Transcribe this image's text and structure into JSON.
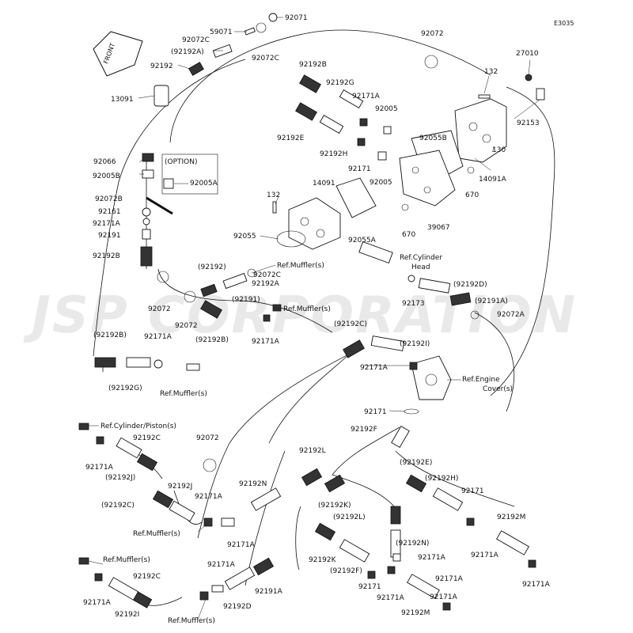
{
  "diagram_code": "E3035",
  "watermark": "JSP CORPORATION",
  "front_label": "FRONT",
  "option_label": "(OPTION)",
  "labels": {
    "p92071": "92071",
    "p59071": "59071",
    "p92072C_a": "92072C",
    "p92192A_a": "(92192A)",
    "p92192_a": "92192",
    "p92072C_b": "92072C",
    "p92072_top": "92072",
    "p27010": "27010",
    "p132_a": "132",
    "p13091": "13091",
    "p92192B_a": "92192B",
    "p92192G_a": "92192G",
    "p92171A_a": "92171A",
    "p92005_a": "92005",
    "p92153": "92153",
    "p92192E_a": "92192E",
    "p92192H_a": "92192H",
    "p92055B": "92055B",
    "p130": "130",
    "p92171_a": "92171",
    "p92005_b": "92005",
    "p14091A": "14091A",
    "p92066": "92066",
    "p92005B": "92005B",
    "p92005A": "92005A",
    "p14091": "14091",
    "p670_a": "670",
    "p132_b": "132",
    "p92072B": "92072B",
    "p92161": "92161",
    "p92171A_b": "92171A",
    "p92191_a": "92191",
    "p39067": "39067",
    "p670_b": "670",
    "p92055": "92055",
    "p92055A": "92055A",
    "p92192B_b": "92192B",
    "p92192_paren": "(92192)",
    "ref_muffler_1": "Ref.Muffler(s)",
    "p92072C_c": "92072C",
    "p92192A_b": "92192A",
    "ref_cyl_head_1": "Ref.Cylinder",
    "ref_cyl_head_2": "Head",
    "p92192D": "(92192D)",
    "p92072_a": "92072",
    "p92072_b": "92072",
    "p92192B_c": "(92192B)",
    "p92191_paren": "(92191)",
    "ref_muffler_2": "Ref.Muffler(s)",
    "p92173": "92173",
    "p92191A_paren": "(92191A)",
    "p92072A": "92072A",
    "p92171A_c": "92171A",
    "p92192C_paren": "(92192C)",
    "p92192B_paren": "(92192B)",
    "p92171A_d": "92171A",
    "p92192I_paren": "(92192I)",
    "p92192G_paren": "(92192G)",
    "ref_muffler_3": "Ref.Muffler(s)",
    "p92171A_e": "92171A",
    "ref_engine_1": "Ref.Engine",
    "ref_engine_2": "Cover(s)",
    "p92171_b": "92171",
    "ref_cyl_piston": "Ref.Cylinder/Piston(s)",
    "p92192F_a": "92192F",
    "p92171A_f": "92171A",
    "p92192C_a": "92192C",
    "p92072_c": "92072",
    "p92192J_paren": "(92192J)",
    "p92192L_a": "92192L",
    "p92192E_paren": "(92192E)",
    "p92192H_paren": "(92192H)",
    "p92192J_a": "92192J",
    "p92192N_a": "92192N",
    "p92171A_g": "92171A",
    "p92171_c": "92171",
    "p92192C_paren2": "(92192C)",
    "p92192K_paren": "(92192K)",
    "p92192L_paren": "(92192L)",
    "p92192M_a": "92192M",
    "ref_muffler_4": "Ref.Muffler(s)",
    "p92171A_h": "92171A",
    "p92192N_paren": "(92192N)",
    "p92171A_i": "92171A",
    "p92192K_a": "92192K",
    "ref_muffler_5": "Ref.Muffler(s)",
    "p92192C_b": "92192C",
    "p92171A_j": "92171A",
    "p92192F_paren": "(92192F)",
    "p92171A_k": "92171A",
    "p92171A_l": "92171A",
    "p92191A": "92191A",
    "p92171_d": "92171",
    "p92171A_m": "92171A",
    "p92171A_n": "92171A",
    "p92192I": "92192I",
    "p92192D_b": "92192D",
    "ref_muffler_6": "Ref.Muffler(s)",
    "p92192M_b": "92192M"
  }
}
